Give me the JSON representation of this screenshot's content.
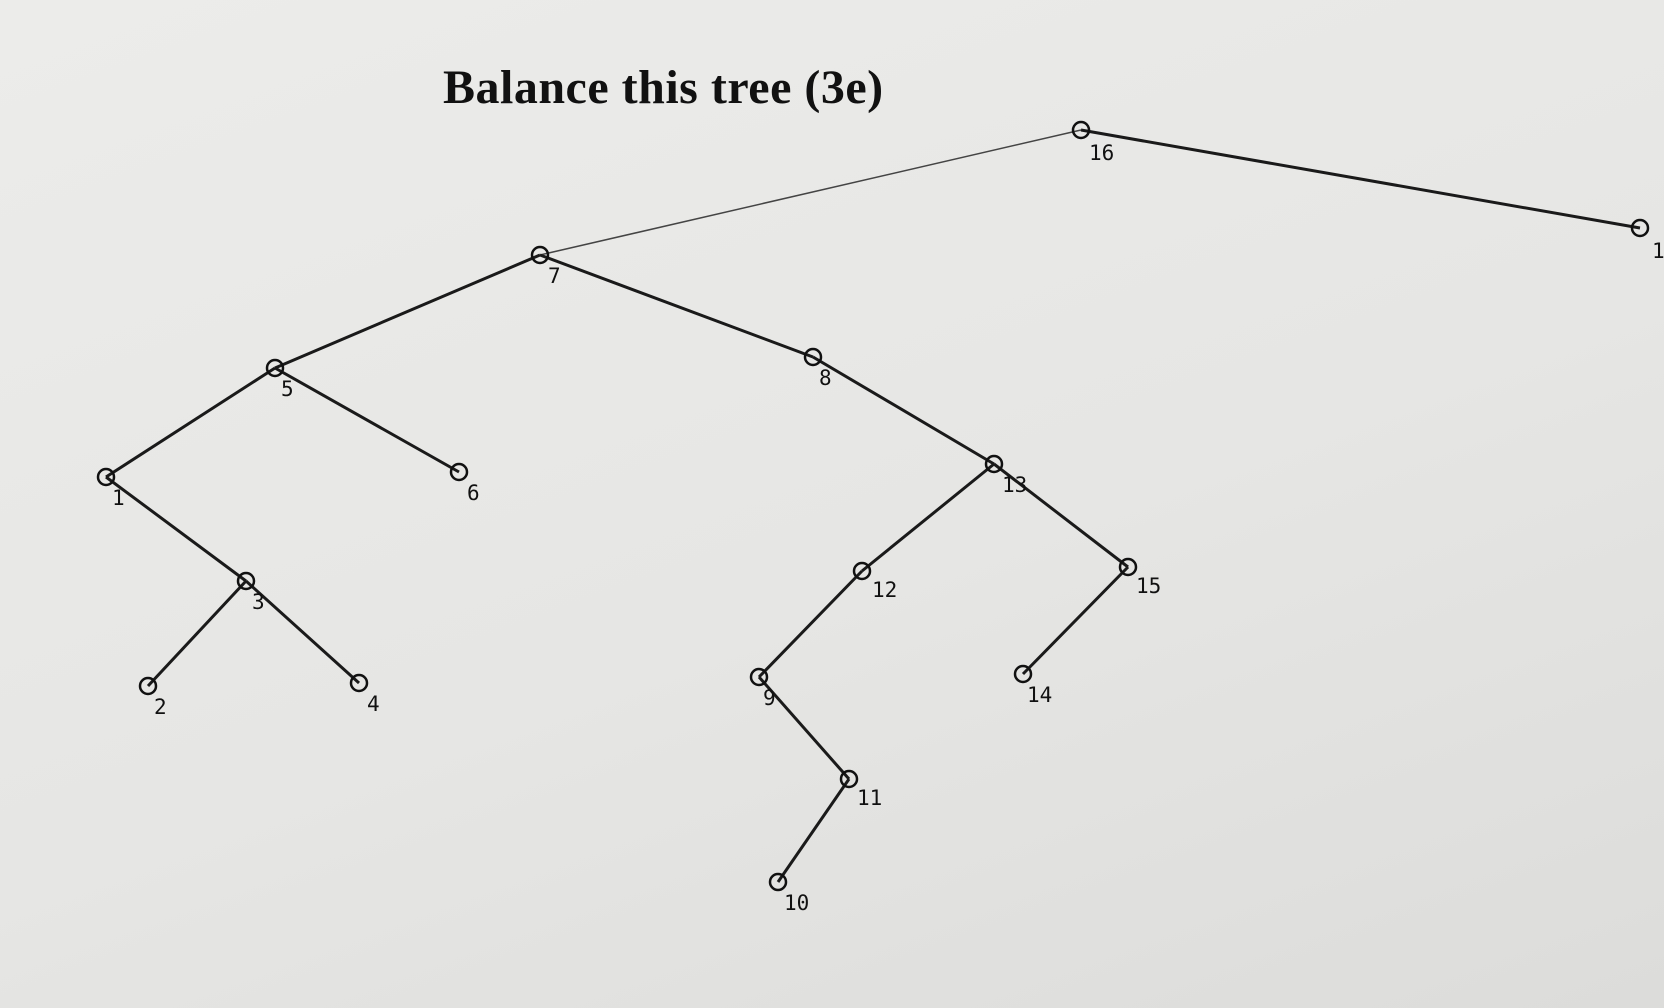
{
  "title": "Balance this tree (3e)",
  "tree": {
    "nodes": [
      {
        "id": "16",
        "label": "16"
      },
      {
        "id": "7",
        "label": "7"
      },
      {
        "id": "17",
        "label": "1"
      },
      {
        "id": "5",
        "label": "5"
      },
      {
        "id": "8",
        "label": "8"
      },
      {
        "id": "1",
        "label": "1"
      },
      {
        "id": "6",
        "label": "6"
      },
      {
        "id": "3",
        "label": "3"
      },
      {
        "id": "2",
        "label": "2"
      },
      {
        "id": "4",
        "label": "4"
      },
      {
        "id": "13",
        "label": "13"
      },
      {
        "id": "12",
        "label": "12"
      },
      {
        "id": "15",
        "label": "15"
      },
      {
        "id": "9",
        "label": "9"
      },
      {
        "id": "14",
        "label": "14"
      },
      {
        "id": "11",
        "label": "11"
      },
      {
        "id": "10",
        "label": "10"
      }
    ],
    "edges": [
      [
        "16",
        "7"
      ],
      [
        "16",
        "17"
      ],
      [
        "7",
        "5"
      ],
      [
        "7",
        "8"
      ],
      [
        "5",
        "1"
      ],
      [
        "5",
        "6"
      ],
      [
        "1",
        "3"
      ],
      [
        "3",
        "2"
      ],
      [
        "3",
        "4"
      ],
      [
        "8",
        "13"
      ],
      [
        "13",
        "12"
      ],
      [
        "13",
        "15"
      ],
      [
        "12",
        "9"
      ],
      [
        "15",
        "14"
      ],
      [
        "9",
        "11"
      ],
      [
        "11",
        "10"
      ]
    ]
  }
}
